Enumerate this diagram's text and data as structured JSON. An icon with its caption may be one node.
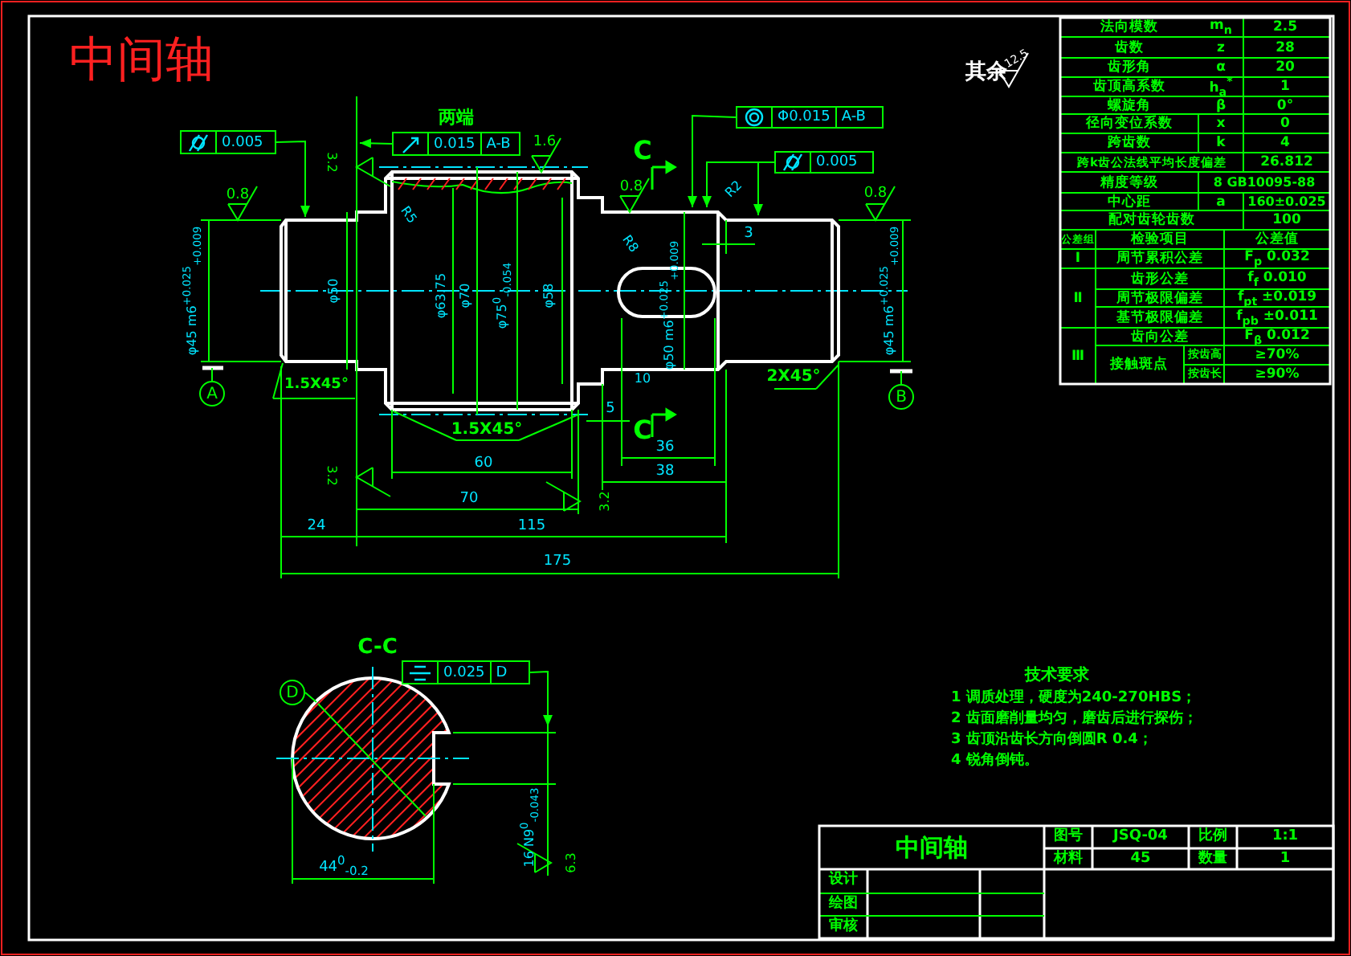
{
  "diagram": {
    "title": "中间轴",
    "nodes": [
      {
        "text": [
          "0.005"
        ]
      },
      {
        "text": [
          "0.015",
          "A-B"
        ],
        "beside": [
          "两端"
        ]
      },
      {
        "text": [
          "Φ0.015",
          "A-B"
        ]
      },
      {
        "text": [
          "0.005"
        ]
      },
      {
        "text": [
          "0.025",
          "D"
        ]
      },
      {
        "text": [
          "A"
        ]
      },
      {
        "text": [
          "B"
        ]
      },
      {
        "text": [
          "D"
        ]
      },
      {
        "text": [],
        "shape": "picture"
      }
    ],
    "edges": [
      {
        "from": 0,
        "to": 8,
        "arrow": "to"
      },
      {
        "from": 1,
        "to": 8,
        "arrow": "to"
      },
      {
        "from": 2,
        "to": 8,
        "arrow": "to"
      },
      {
        "from": 3,
        "to": 8,
        "arrow": "to"
      },
      {
        "from": 3,
        "to": 8,
        "arrow": "to"
      },
      {
        "from": 4,
        "to": null,
        "arrow": "to"
      },
      {
        "from": 5,
        "to": null,
        "arrow": "none"
      },
      {
        "from": 6,
        "to": null,
        "arrow": "none"
      },
      {
        "from": 7,
        "to": null,
        "arrow": "none"
      }
    ],
    "labels": [
      "其余",
      "12.5",
      "3.2",
      "0.8",
      "1.6",
      "0.8",
      "0.8",
      "R5",
      "R2",
      "R8",
      "3",
      "φ45 m6$^{+0.025}$$_{+0.009}$",
      "φ50",
      "φ63.75",
      "φ70",
      "φ75$^{0}$$_{-0.054}$",
      "φ58",
      "φ50 m6$^{+0.025}$$_{+0.009}$",
      "φ45 m6$^{+0.025}$$_{+0.009}$",
      "1.5X45°",
      "1.5X45°",
      "10",
      "2X45°",
      "C",
      "C",
      "5",
      "36",
      "38",
      "60",
      "70",
      "24",
      "115",
      "175",
      "3.2",
      "3.2",
      "C-C",
      "44$^{0}$$_{-0.2}$",
      "16 N9$^{0}$$_{-0.043}$",
      "6.3",
      "法向模数",
      "m$_{n}$",
      "2.5",
      "齿数",
      "z",
      "28",
      "齿形角",
      "α",
      "20",
      "齿顶高系数",
      "h$_{a}$$^{*}$",
      "1",
      "螺旋角",
      "β",
      "0°",
      "径向变位系数",
      "x",
      "0",
      "跨齿数",
      "k",
      "4",
      "跨k齿公法线平均长度偏差",
      "26.812",
      "精度等级",
      "8 GB10095-88",
      "中心距",
      "a",
      "160±0.025",
      "配对齿轮齿数",
      "100",
      "公差组",
      "检验项目",
      "公差值",
      "Ⅰ",
      "周节累积公差",
      "F$_{p}$ 0.032",
      "Ⅱ",
      "齿形公差",
      "f$_{f}$ 0.010",
      "周节极限偏差",
      "f$_{pt}$ ±0.019",
      "基节极限偏差",
      "f$_{pb}$ ±0.011",
      "Ⅲ",
      "齿向公差",
      "F$_{β}$ 0.012",
      "接触斑点",
      "按齿高",
      "≥70%",
      "按齿长",
      "≥90%",
      "技术要求",
      "1 调质处理，硬度为240-270HBS；",
      "2 齿面磨削量均匀，磨齿后进行探伤；",
      "3 齿顶沿齿长方向倒圆R 0.4；",
      "4 锐角倒钝。",
      "中间轴",
      "图号",
      "JSQ-04",
      "比例",
      "1:1",
      "材料",
      "45",
      "数量",
      "1",
      "设计",
      "绘图",
      "审核"
    ]
  }
}
